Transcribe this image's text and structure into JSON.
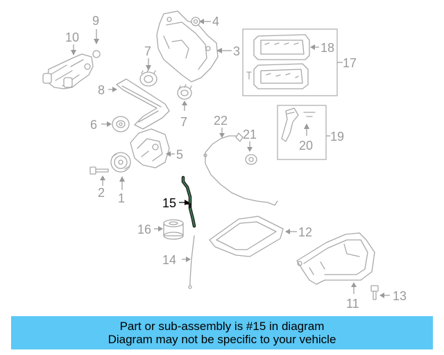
{
  "diagram": {
    "callouts": {
      "c1": "1",
      "c2": "2",
      "c3": "3",
      "c4": "4",
      "c5": "5",
      "c6": "6",
      "c7a": "7",
      "c7b": "7",
      "c8": "8",
      "c9": "9",
      "c10": "10",
      "c11": "11",
      "c12": "12",
      "c13": "13",
      "c14": "14",
      "c15": "15",
      "c16": "16",
      "c17": "17",
      "c18": "18",
      "c19": "19",
      "c20": "20",
      "c21": "21",
      "c22": "22"
    },
    "highlight_color": "#000000",
    "line_color": "#a8a8a8"
  },
  "banner": {
    "line1": "Part or sub-assembly is #15 in diagram",
    "line2": "Diagram may not be specific to your vehicle",
    "background": "#5bc8f5"
  }
}
